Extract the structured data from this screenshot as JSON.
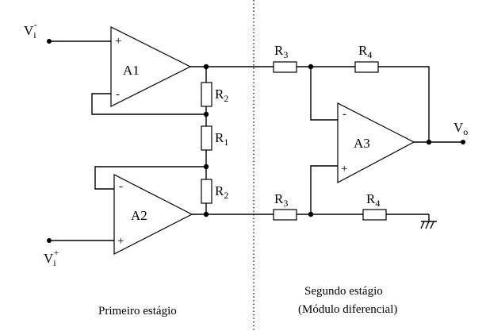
{
  "inputs": {
    "vi_minus": {
      "base": "V",
      "sub": "i",
      "sup": "-"
    },
    "vi_plus": {
      "base": "V",
      "sub": "i",
      "sup": "+"
    }
  },
  "output": {
    "base": "V",
    "sub": "o"
  },
  "amplifiers": {
    "a1": "A1",
    "a2": "A2",
    "a3": "A3"
  },
  "pins": {
    "plus": "+",
    "minus": "-"
  },
  "resistors": {
    "r1": {
      "base": "R",
      "sub": "1"
    },
    "r2": {
      "base": "R",
      "sub": "2"
    },
    "r3": {
      "base": "R",
      "sub": "3"
    },
    "r4": {
      "base": "R",
      "sub": "4"
    }
  },
  "captions": {
    "first_stage": "Primeiro estágio",
    "second_stage_line1": "Segundo estágio",
    "second_stage_line2": "(Módulo diferencial)"
  }
}
